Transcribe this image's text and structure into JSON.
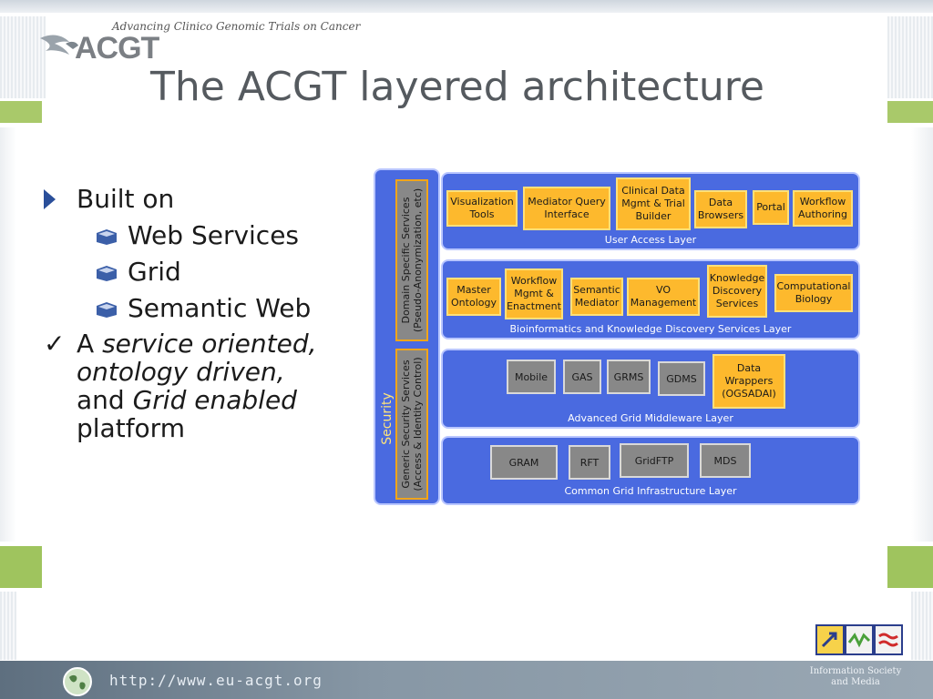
{
  "header": {
    "tagline": "Advancing Clinico Genomic Trials on Cancer",
    "logo_text": "ACGT",
    "title": "The ACGT layered architecture"
  },
  "bullets": {
    "built_on": "Built on",
    "sub": [
      "Web Services",
      "Grid",
      "Semantic Web"
    ],
    "line_a": "A",
    "line_a_italic": "service oriented,",
    "line_b_italic": "ontology driven,",
    "line_c": "and",
    "line_c_italic": "Grid enabled",
    "line_d": "platform"
  },
  "diagram": {
    "security_label": "Security",
    "domain_box": [
      "Domain Specific Services",
      "(Pseudo-Anonymization, etc)"
    ],
    "generic_box": [
      "Generic Security Services",
      "(Access & Identity Control)"
    ],
    "layers": [
      {
        "title": "User Access Layer",
        "boxes": [
          "Visualization Tools",
          "Mediator Query Interface",
          "Clinical Data Mgmt & Trial Builder",
          "Data Browsers",
          "Portal",
          "Workflow Authoring"
        ]
      },
      {
        "title": "Bioinformatics and Knowledge Discovery Services Layer",
        "boxes": [
          "Master Ontology",
          "Workflow Mgmt & Enactment",
          "Semantic Mediator",
          "VO Management",
          "Knowledge Discovery Services",
          "Computational Biology"
        ]
      },
      {
        "title": "Advanced Grid Middleware Layer",
        "boxes": [
          "Mobile",
          "GAS",
          "GRMS",
          "GDMS",
          "Data Wrappers (OGSADAI)"
        ]
      },
      {
        "title": "Common Grid Infrastructure Layer",
        "boxes": [
          "GRAM",
          "RFT",
          "GridFTP",
          "MDS"
        ]
      }
    ]
  },
  "footer": {
    "url": "http://www.eu-acgt.org",
    "is_text": "Information Society and Media"
  },
  "colors": {
    "layer_blue": "#4a6ae0",
    "service_orange": "#fdb92d",
    "grid_gray": "#888888",
    "green_accent": "#a9c96a"
  }
}
